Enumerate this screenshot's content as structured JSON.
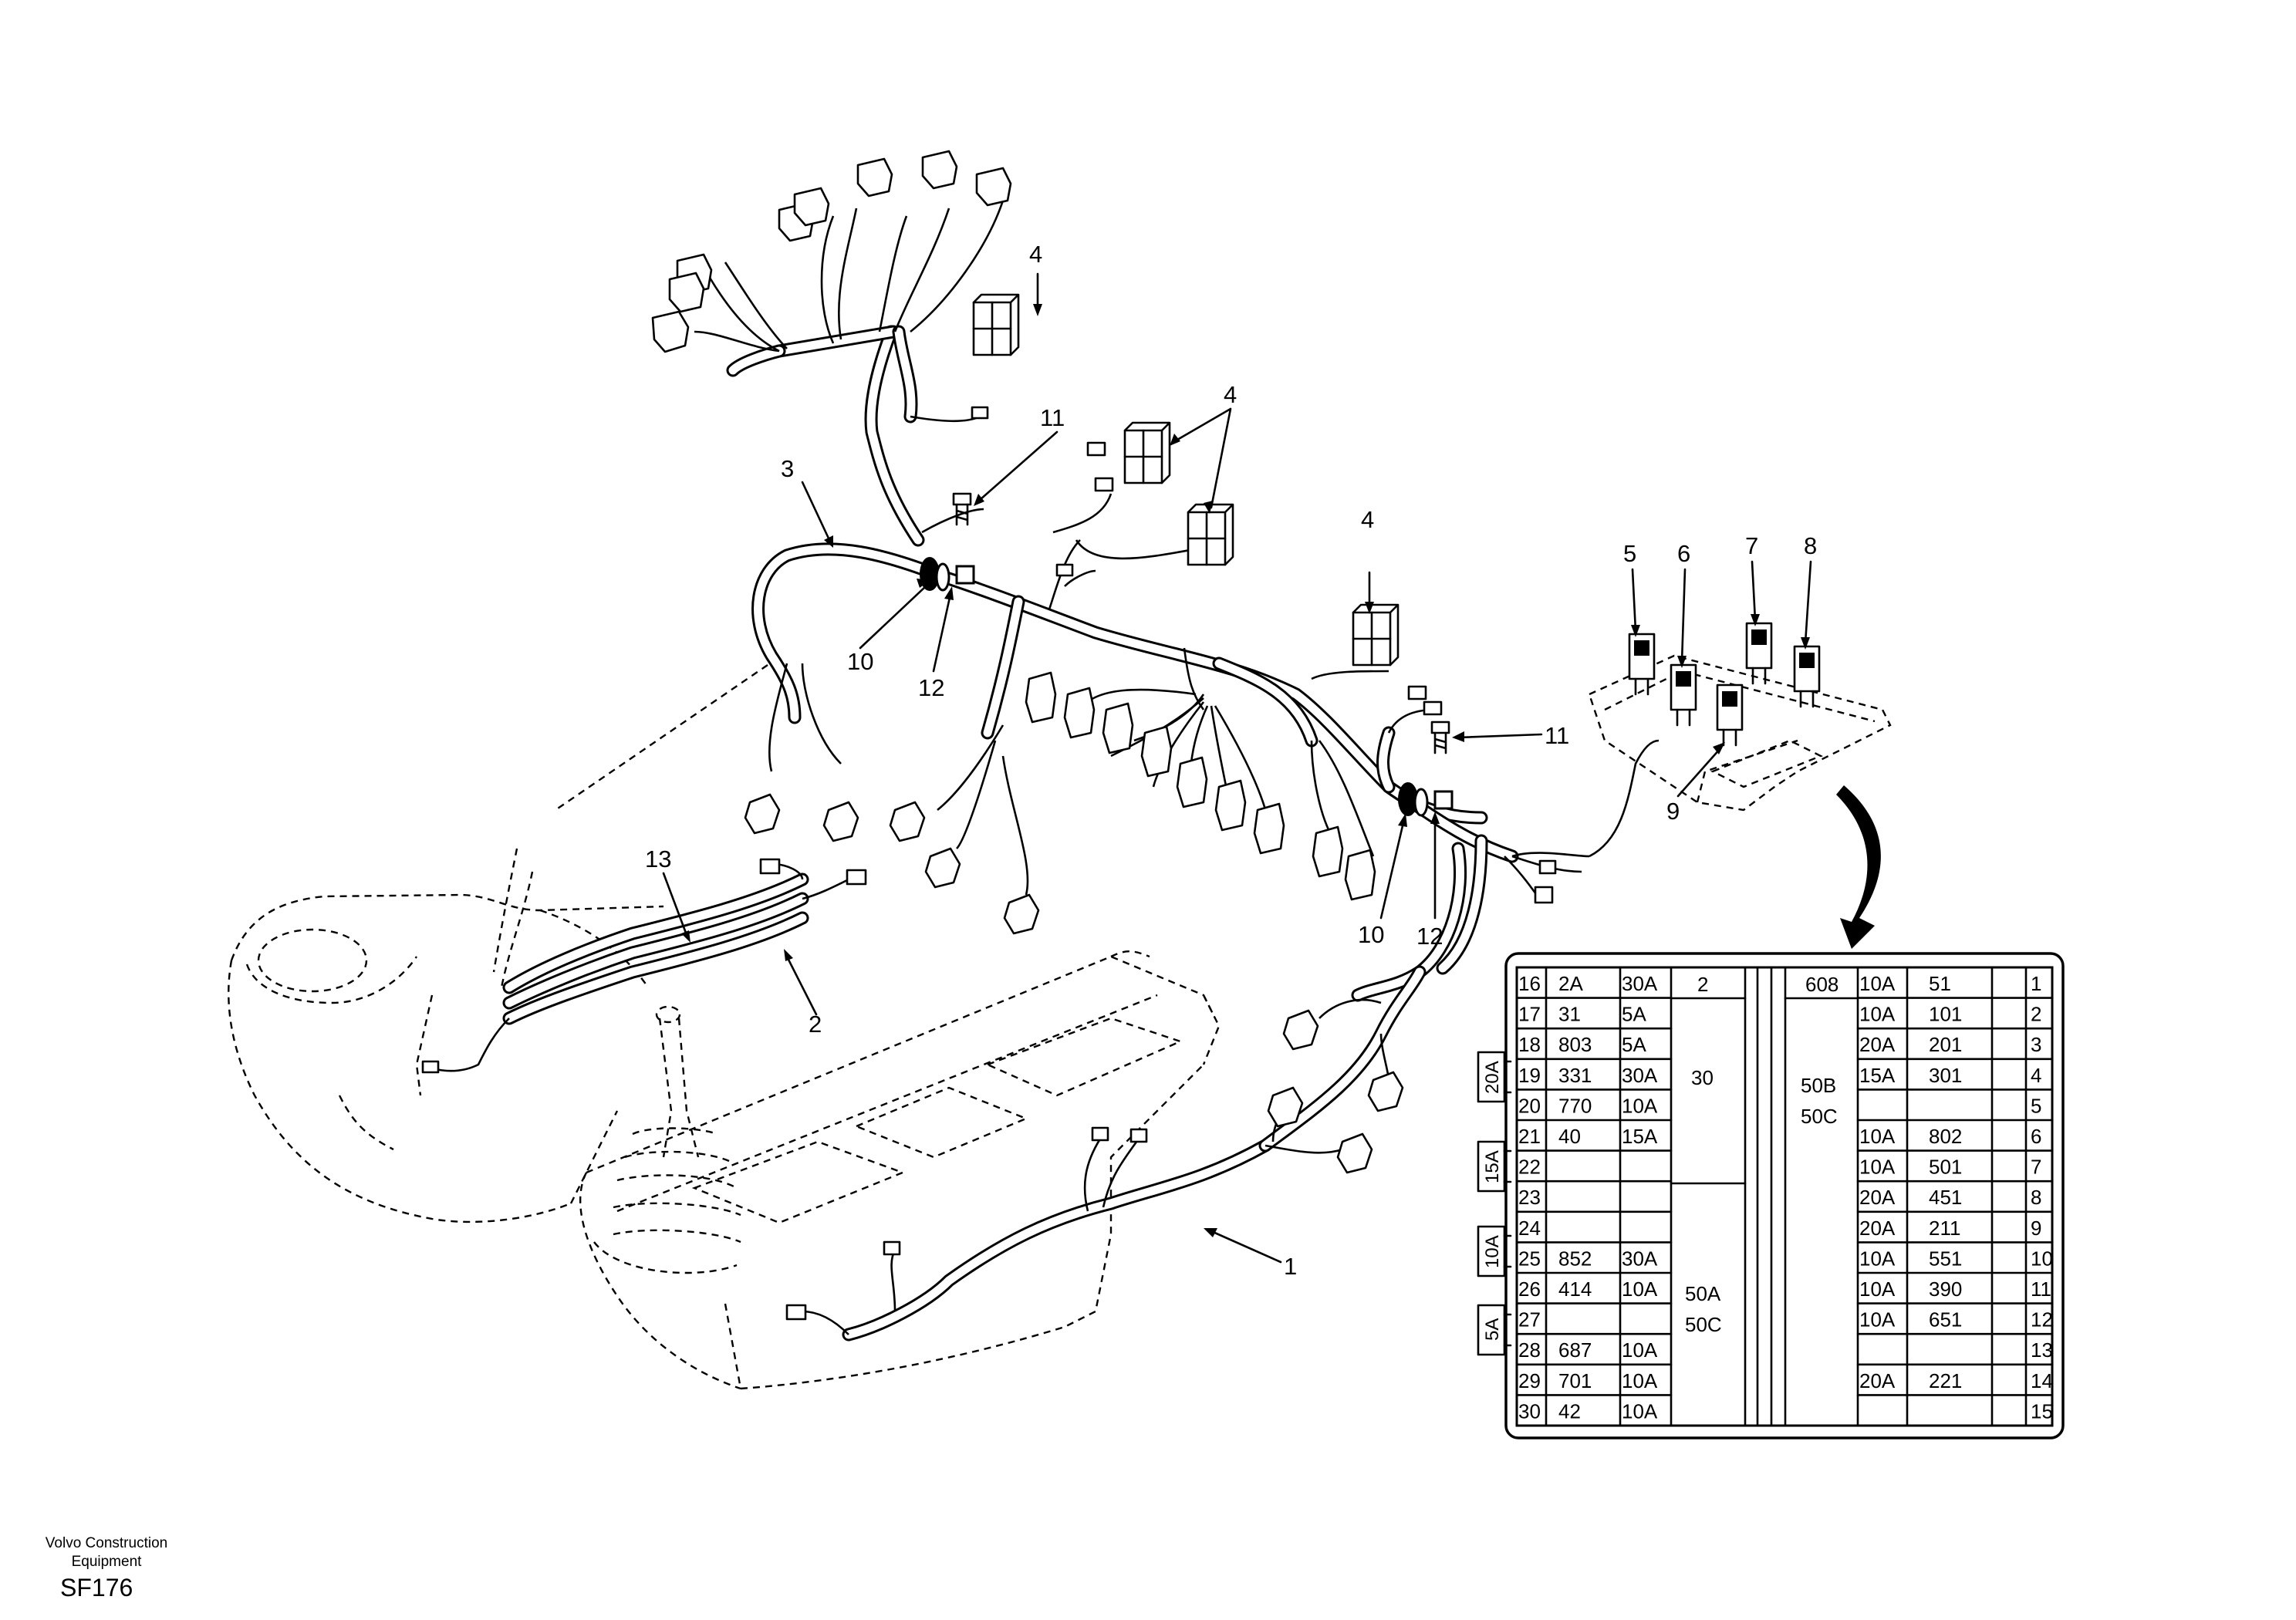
{
  "callouts": [
    "1",
    "2",
    "3",
    "4",
    "4",
    "4",
    "5",
    "6",
    "7",
    "8",
    "9",
    "10",
    "10",
    "11",
    "11",
    "12",
    "12",
    "13"
  ],
  "fuse_table": {
    "left_rows": [
      {
        "no": "16",
        "amp": "2A",
        "code": "30A"
      },
      {
        "no": "17",
        "amp": "31",
        "code": "5A"
      },
      {
        "no": "18",
        "amp": "803",
        "code": "5A"
      },
      {
        "no": "19",
        "amp": "331",
        "code": "30A"
      },
      {
        "no": "20",
        "amp": "770",
        "code": "10A"
      },
      {
        "no": "21",
        "amp": "40",
        "code": "15A"
      },
      {
        "no": "22",
        "amp": "",
        "code": ""
      },
      {
        "no": "23",
        "amp": "",
        "code": ""
      },
      {
        "no": "24",
        "amp": "",
        "code": ""
      },
      {
        "no": "25",
        "amp": "852",
        "code": "30A"
      },
      {
        "no": "26",
        "amp": "414",
        "code": "10A"
      },
      {
        "no": "27",
        "amp": "",
        "code": ""
      },
      {
        "no": "28",
        "amp": "687",
        "code": "10A"
      },
      {
        "no": "29",
        "amp": "701",
        "code": "10A"
      },
      {
        "no": "30",
        "amp": "42",
        "code": "10A"
      }
    ],
    "middle_labels": {
      "top": "2",
      "upper": "30",
      "lower_1": "50A",
      "lower_2": "50C"
    },
    "right_block": {
      "top": "608",
      "label_1": "50B",
      "label_2": "50C"
    },
    "right_rows": [
      {
        "amp": "10A",
        "code": "51",
        "no": "1"
      },
      {
        "amp": "10A",
        "code": "101",
        "no": "2"
      },
      {
        "amp": "20A",
        "code": "201",
        "no": "3"
      },
      {
        "amp": "15A",
        "code": "301",
        "no": "4"
      },
      {
        "amp": "",
        "code": "",
        "no": "5"
      },
      {
        "amp": "10A",
        "code": "802",
        "no": "6"
      },
      {
        "amp": "10A",
        "code": "501",
        "no": "7"
      },
      {
        "amp": "20A",
        "code": "451",
        "no": "8"
      },
      {
        "amp": "20A",
        "code": "211",
        "no": "9"
      },
      {
        "amp": "10A",
        "code": "551",
        "no": "10"
      },
      {
        "amp": "10A",
        "code": "390",
        "no": "11"
      },
      {
        "amp": "10A",
        "code": "651",
        "no": "12"
      },
      {
        "amp": "",
        "code": "",
        "no": "13"
      },
      {
        "amp": "20A",
        "code": "221",
        "no": "14"
      },
      {
        "amp": "",
        "code": "",
        "no": "15"
      }
    ],
    "spare_fuses": [
      "20A",
      "15A",
      "10A",
      "5A"
    ]
  },
  "footer": {
    "company_line1": "Volvo Construction",
    "company_line2": "Equipment",
    "drawing_code": "SF176"
  }
}
